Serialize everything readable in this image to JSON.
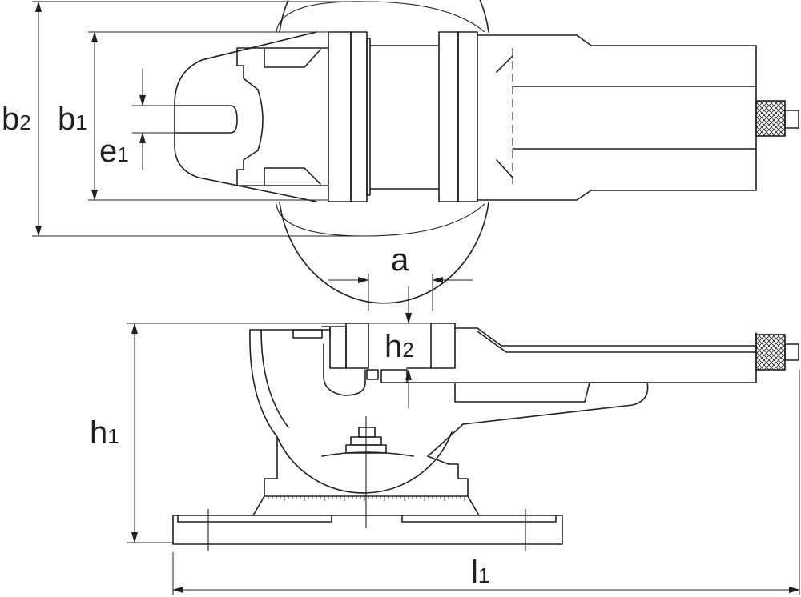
{
  "labels": {
    "b2": {
      "main": "b",
      "sub": "2"
    },
    "b1": {
      "main": "b",
      "sub": "1"
    },
    "e1": {
      "main": "e",
      "sub": "1"
    },
    "a": {
      "main": "a"
    },
    "h2": {
      "main": "h",
      "sub": "2"
    },
    "h1": {
      "main": "h",
      "sub": "1"
    },
    "l1": {
      "main": "l",
      "sub": "1"
    }
  }
}
